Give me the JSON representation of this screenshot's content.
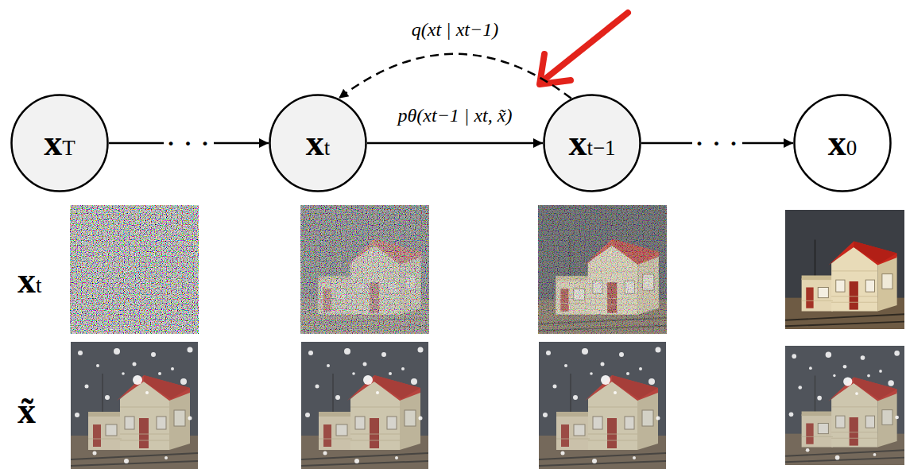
{
  "diagram": {
    "nodes": [
      {
        "text": [
          "xT"
        ]
      },
      {
        "text": [
          "xt"
        ]
      },
      {
        "text": [
          "xt−1"
        ]
      },
      {
        "text": [
          "x0"
        ]
      }
    ],
    "edges": [
      {
        "from": 0,
        "to": 1,
        "arrow": "to",
        "label": "· · ·"
      },
      {
        "from": 1,
        "to": 2,
        "arrow": "to",
        "label": "pθ(xt−1 | xt, x̃)"
      },
      {
        "from": 2,
        "to": 1,
        "arrow": "to",
        "label": "q(xt | xt−1)"
      },
      {
        "from": 2,
        "to": 3,
        "arrow": "to",
        "label": "· · ·"
      }
    ],
    "labels": [
      "xt",
      "x̃"
    ]
  }
}
